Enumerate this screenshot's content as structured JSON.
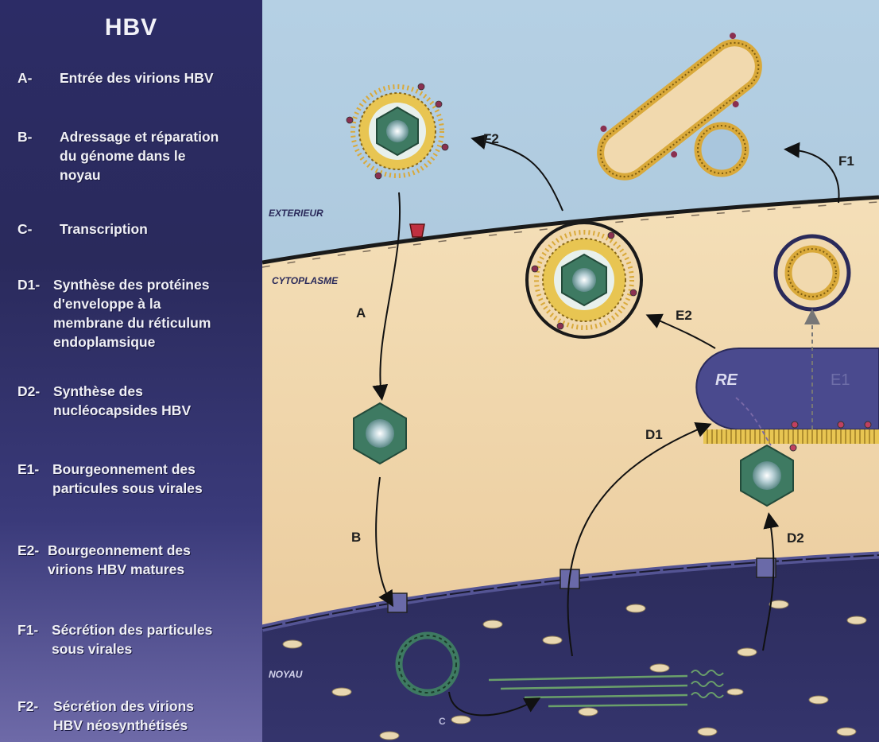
{
  "legend": {
    "title": "HBV",
    "items": [
      {
        "key": "A-",
        "text": "Entrée des virions HBV"
      },
      {
        "key": "B-",
        "text": "Adressage et réparation\ndu génome dans le\nnoyau"
      },
      {
        "key": "C-",
        "text": "Transcription"
      },
      {
        "key": "D1-",
        "text": "Synthèse des protéines\nd'enveloppe à la\nmembrane  du réticulum\nendoplamsique"
      },
      {
        "key": "D2-",
        "text": "Synthèse des\nnucléocapsides HBV"
      },
      {
        "key": "E1-",
        "text": "Bourgeonnement des\nparticules sous virales"
      },
      {
        "key": "E2-",
        "text": "Bourgeonnement des\nvirions HBV matures"
      },
      {
        "key": "F1-",
        "text": "Sécrétion des particules\nsous virales"
      },
      {
        "key": "F2-",
        "text": "Sécrétion des virions\nHBV néosynthétisés"
      }
    ]
  },
  "diagram": {
    "regions": {
      "exterieur": "EXTERIEUR",
      "cytoplasme": "CYTOPLASME",
      "noyau": "NOYAU"
    },
    "organelle_label": "RE",
    "step_labels": {
      "a": "A",
      "b": "B",
      "c": "C",
      "d1": "D1",
      "d2": "D2",
      "e1": "E1",
      "e2": "E2",
      "f1": "F1",
      "f2": "F2"
    }
  },
  "colors": {
    "exterior": "#a9c6dd",
    "cytoplasm": "#f1d9ae",
    "nucleus": "#2f2f63",
    "capsid": "#3e7a62",
    "envelope": "#e8c552",
    "reticulum": "#4a4a8e"
  }
}
